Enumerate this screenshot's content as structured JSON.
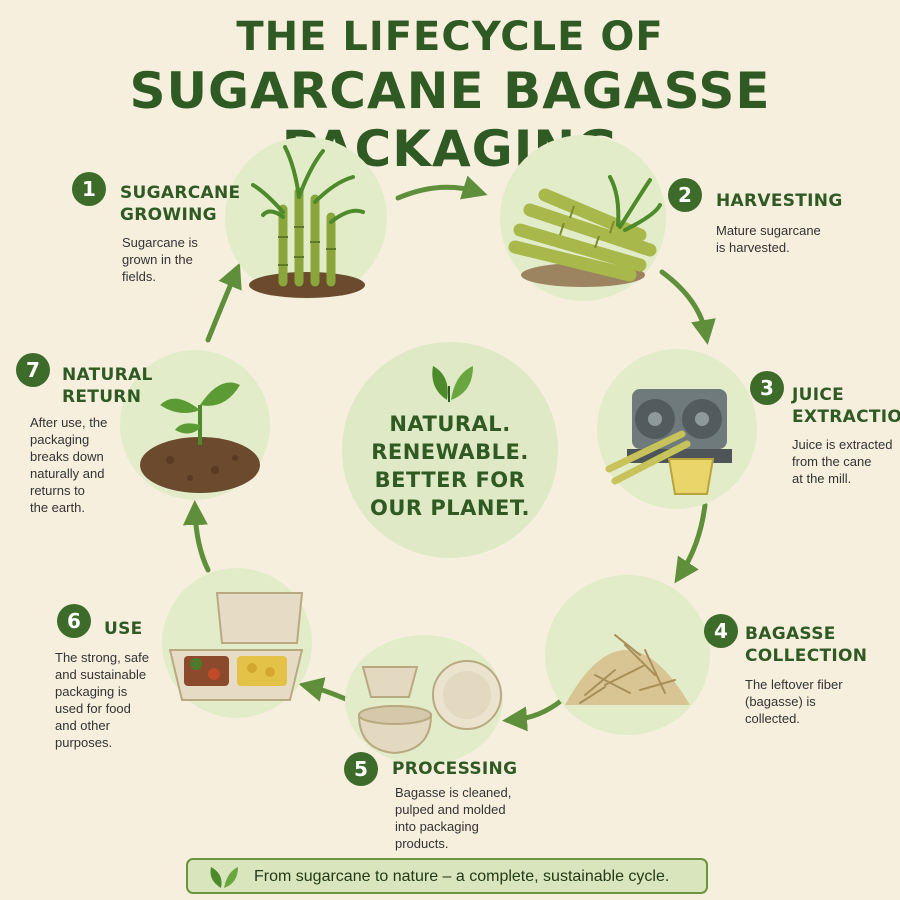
{
  "title": {
    "line1": "THE LIFECYCLE OF",
    "line2": "SUGARCANE BAGASSE PACKAGING"
  },
  "center": {
    "lines": [
      "NATURAL.",
      "RENEWABLE.",
      "BETTER FOR",
      "OUR PLANET."
    ],
    "icon": "leaf-icon"
  },
  "steps": [
    {
      "number": "1",
      "title_lines": [
        "SUGARCANE",
        "GROWING"
      ],
      "desc_lines": [
        "Sugarcane is",
        "grown in the",
        "fields."
      ],
      "icon": "sugarcane-plant-icon"
    },
    {
      "number": "2",
      "title_lines": [
        "HARVESTING"
      ],
      "desc_lines": [
        "Mature sugarcane",
        "is harvested."
      ],
      "icon": "harvested-cane-icon"
    },
    {
      "number": "3",
      "title_lines": [
        "JUICE",
        "EXTRACTION"
      ],
      "desc_lines": [
        "Juice is extracted",
        "from the cane",
        "at the mill."
      ],
      "icon": "cane-mill-icon"
    },
    {
      "number": "4",
      "title_lines": [
        "BAGASSE",
        "COLLECTION"
      ],
      "desc_lines": [
        "The leftover fiber",
        "(bagasse) is",
        "collected."
      ],
      "icon": "fiber-pile-icon"
    },
    {
      "number": "5",
      "title_lines": [
        "PROCESSING"
      ],
      "desc_lines": [
        "Bagasse is cleaned,",
        "pulped and molded",
        "into packaging",
        "products."
      ],
      "icon": "molded-containers-icon"
    },
    {
      "number": "6",
      "title_lines": [
        "USE"
      ],
      "desc_lines": [
        "The strong, safe",
        "and sustainable",
        "packaging is",
        "used for food",
        "and other",
        "purposes."
      ],
      "icon": "food-container-icon"
    },
    {
      "number": "7",
      "title_lines": [
        "NATURAL",
        "RETURN"
      ],
      "desc_lines": [
        "After use, the",
        "packaging",
        "breaks down",
        "naturally and",
        "returns to",
        "the earth."
      ],
      "icon": "seedling-icon"
    }
  ],
  "footer": {
    "text": "From sugarcane to nature – a complete, sustainable cycle.",
    "icon": "leaf-icon"
  },
  "colors": {
    "background": "#f6efde",
    "primary_green": "#2f5a23",
    "badge_green": "#3d6b2a",
    "circle_fill": "#e2ecc9",
    "arrow_green": "#5f8f3a"
  }
}
